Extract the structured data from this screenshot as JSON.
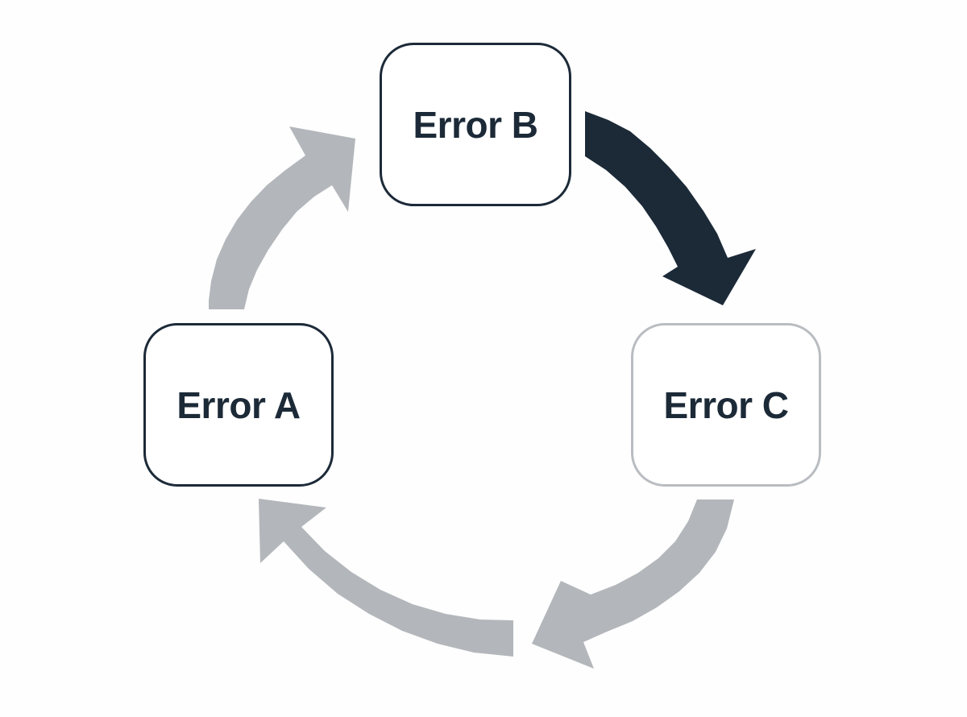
{
  "diagram": {
    "type": "cycle",
    "nodes": [
      {
        "id": "a",
        "label": "Error A",
        "border_color": "#1c2a38"
      },
      {
        "id": "b",
        "label": "Error B",
        "border_color": "#1c2a38"
      },
      {
        "id": "c",
        "label": "Error C",
        "border_color": "#b9bdc1"
      }
    ],
    "edges": [
      {
        "from": "a",
        "to": "b",
        "color": "#b3b7bb",
        "state": "inactive"
      },
      {
        "from": "b",
        "to": "c",
        "color": "#1c2a38",
        "state": "active"
      },
      {
        "from": "c",
        "to": "a",
        "color": "#b3b7bb",
        "state": "inactive"
      }
    ],
    "text_color": "#1c2a38",
    "background": "#fefefe"
  }
}
